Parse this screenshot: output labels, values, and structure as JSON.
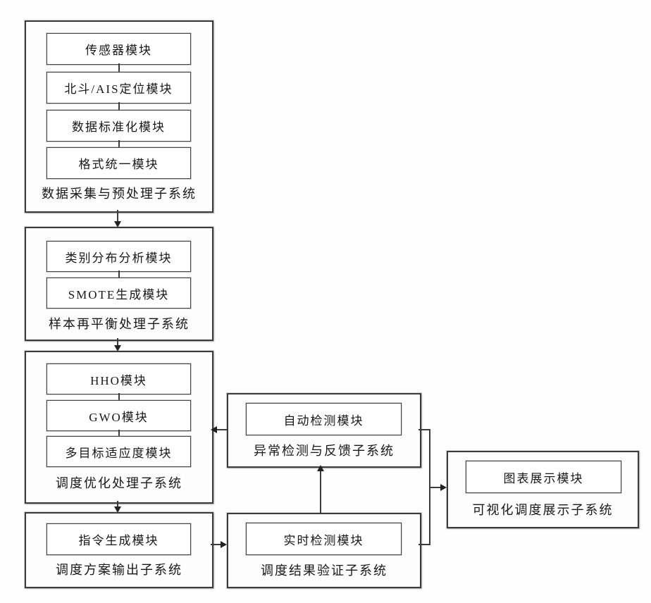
{
  "diagram": {
    "groups": [
      {
        "name": "data-acquisition-preprocessing",
        "label": "数据采集与预处理子系统",
        "modules": [
          "传感器模块",
          "北斗/AIS定位模块",
          "数据标准化模块",
          "格式统一模块"
        ]
      },
      {
        "name": "sample-rebalancing",
        "label": "样本再平衡处理子系统",
        "modules": [
          "类别分布分析模块",
          "SMOTE生成模块"
        ]
      },
      {
        "name": "scheduling-optimization",
        "label": "调度优化处理子系统",
        "modules": [
          "HHO模块",
          "GWO模块",
          "多目标适应度模块"
        ]
      },
      {
        "name": "scheduling-plan-output",
        "label": "调度方案输出子系统",
        "modules": [
          "指令生成模块"
        ]
      },
      {
        "name": "anomaly-detection-feedback",
        "label": "异常检测与反馈子系统",
        "modules": [
          "自动检测模块"
        ]
      },
      {
        "name": "scheduling-result-verification",
        "label": "调度结果验证子系统",
        "modules": [
          "实时检测模块"
        ]
      },
      {
        "name": "visual-scheduling-display",
        "label": "可视化调度展示子系统",
        "modules": [
          "图表展示模块"
        ]
      }
    ]
  }
}
